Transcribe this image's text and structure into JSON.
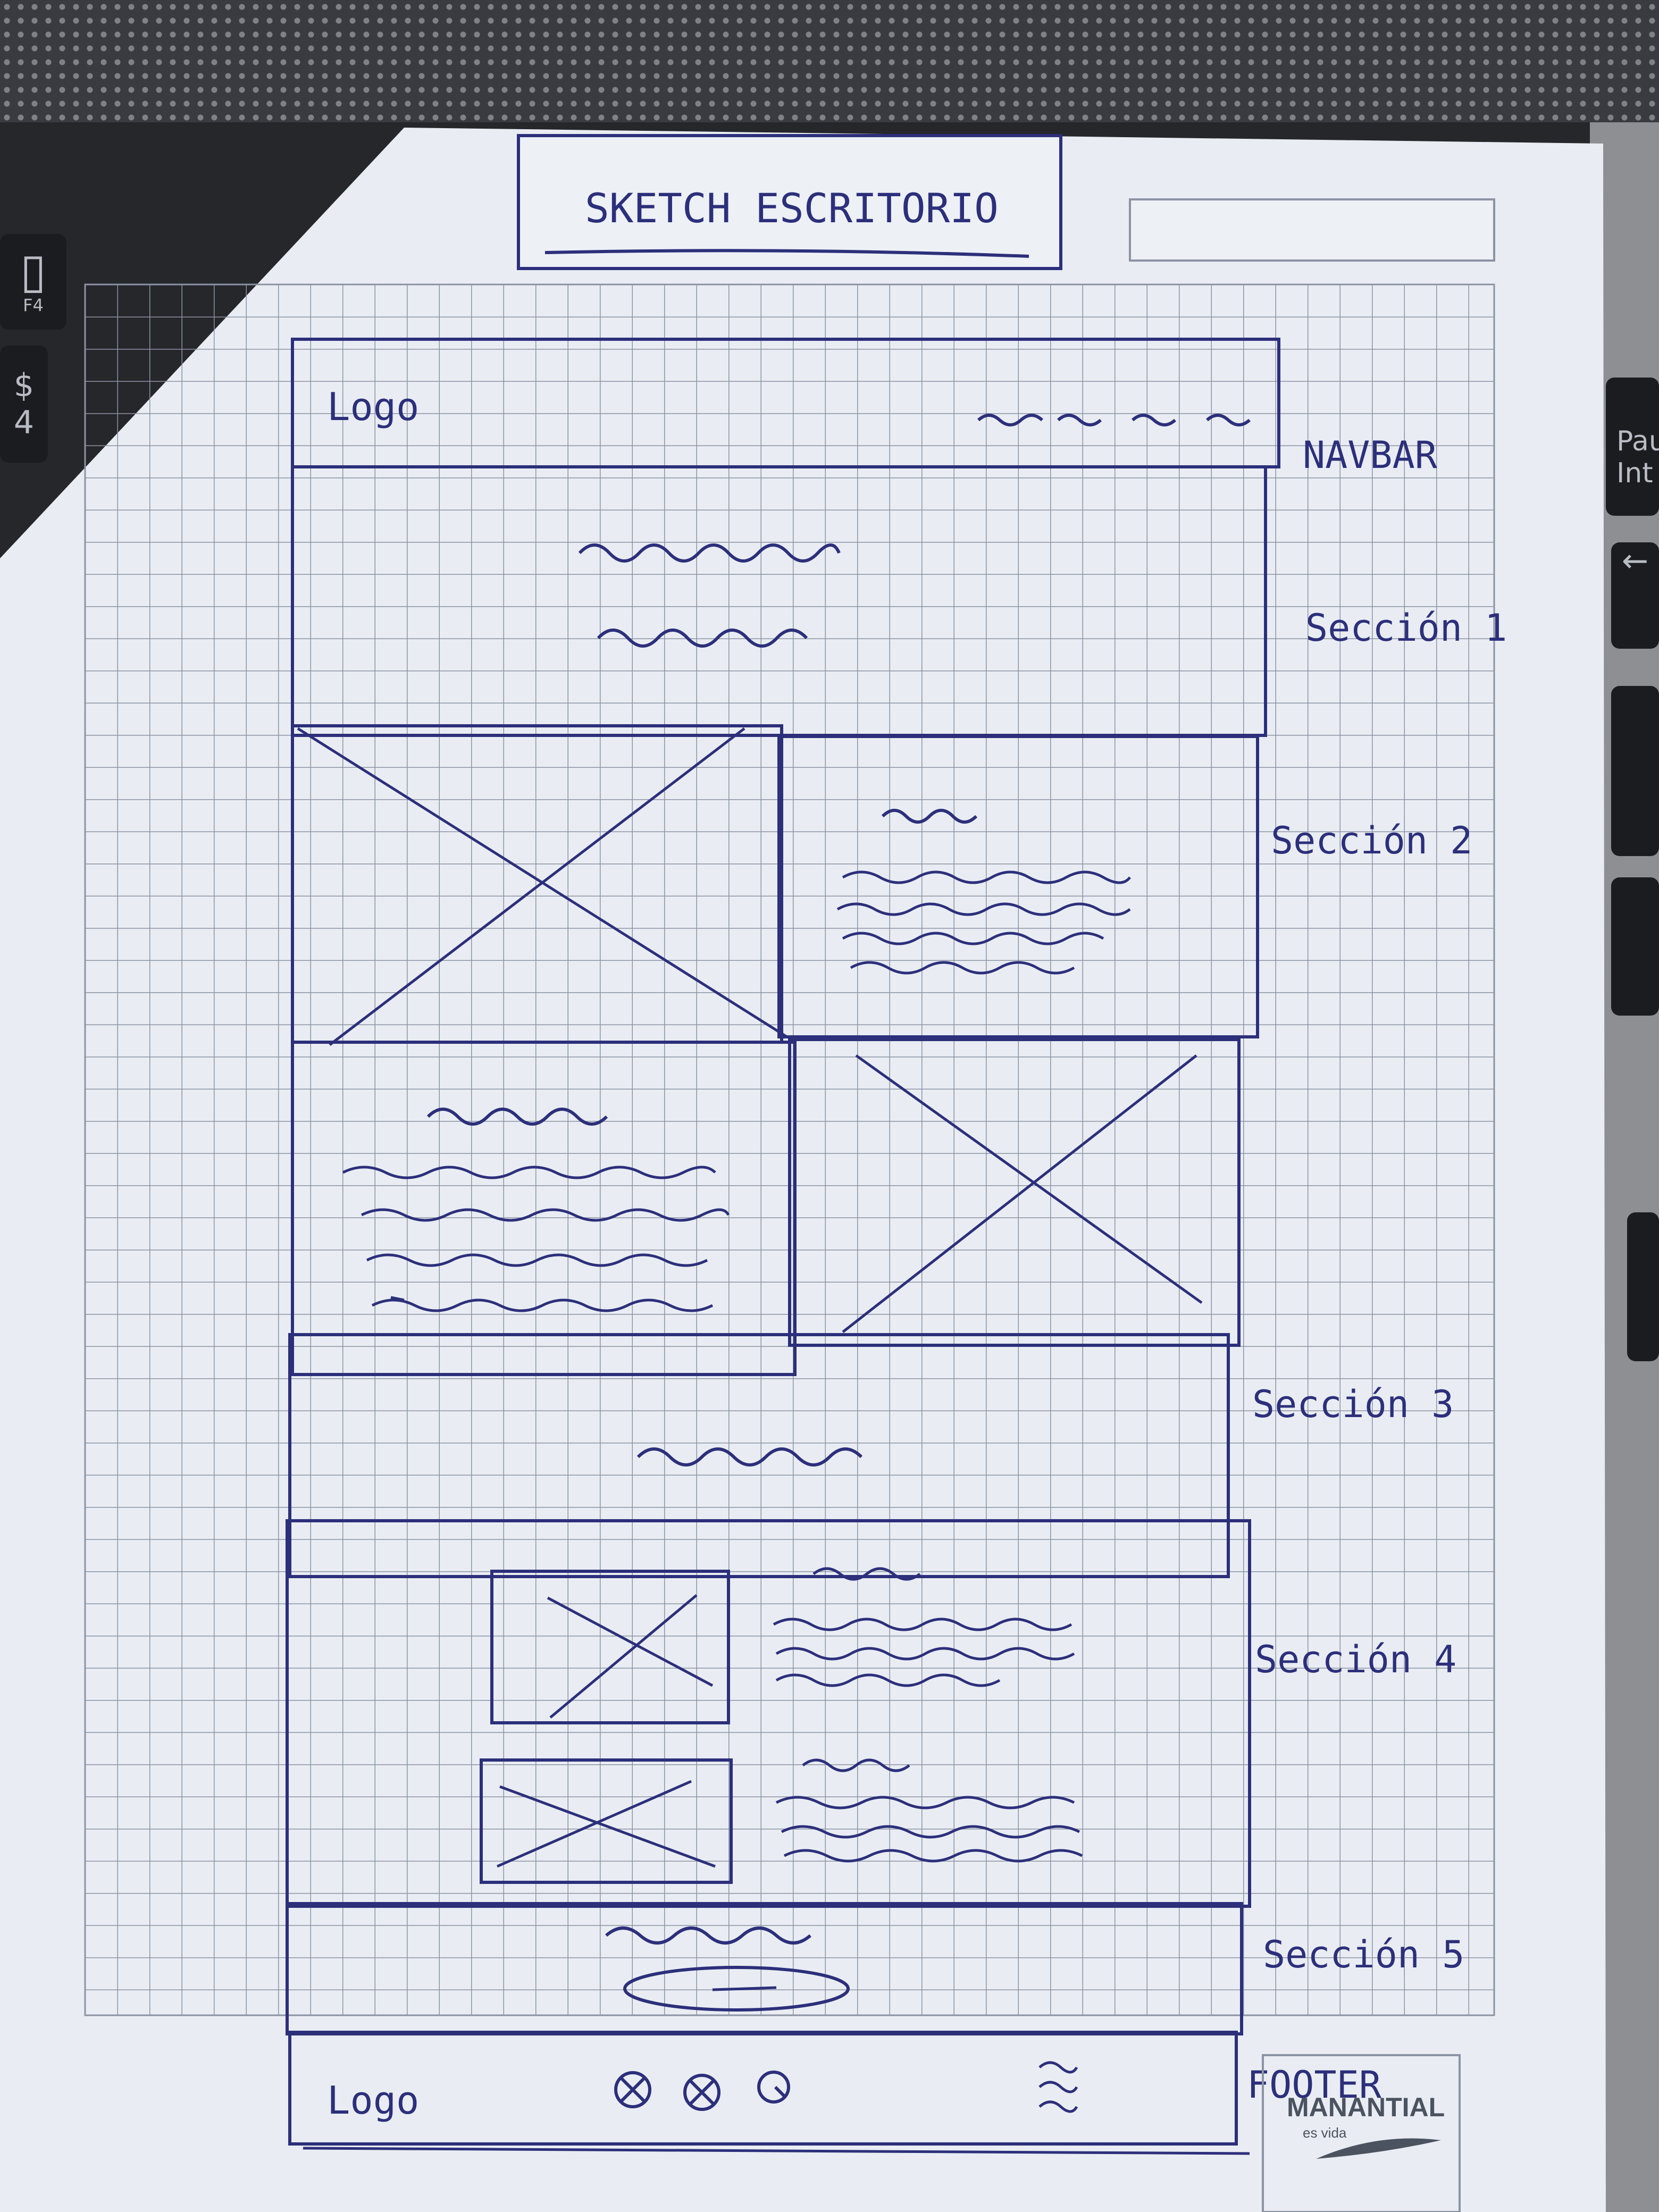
{
  "sheet": {
    "title": "SKETCH ESCRITORIO",
    "section_labels": {
      "navbar": "NAVBAR",
      "s1": "Sección 1",
      "s2": "Sección 2",
      "s3": "Sección 3",
      "s4": "Sección 4",
      "s5": "Sección 5",
      "footer": "FOOTER"
    },
    "navbar_logo": "Logo",
    "footer_logo": "Logo"
  },
  "brand": {
    "name": "MANANTIAL",
    "tagline": "es vida"
  },
  "keyboard": {
    "key_f4": "F4",
    "key_dollar": "$",
    "key_four": "4",
    "key_pau": "Pau",
    "key_int": "Int"
  },
  "colors": {
    "ink": "#2c2f7a",
    "paper": "#e9edf3",
    "grid": "#8b93a3"
  }
}
